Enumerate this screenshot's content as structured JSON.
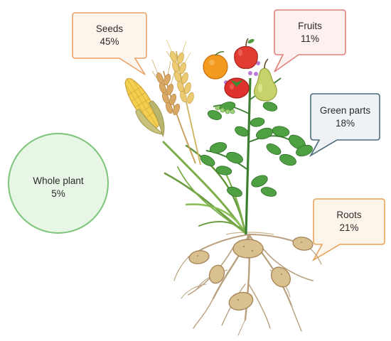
{
  "callouts": {
    "seeds": {
      "name": "Seeds",
      "value": "45%"
    },
    "fruits": {
      "name": "Fruits",
      "value": "11%"
    },
    "green": {
      "name": "Green parts",
      "value": "18%"
    },
    "roots": {
      "name": "Roots",
      "value": "21%"
    }
  },
  "whole_plant": {
    "name": "Whole plant",
    "value": "5%"
  },
  "colors": {
    "seeds_border": "#e8a268",
    "seeds_fill": "#fdf5ec",
    "fruits_border": "#e0807a",
    "fruits_fill": "#fdf1ef",
    "green_border": "#4e6b7c",
    "green_fill": "#eef2f5",
    "roots_border": "#e9a45c",
    "roots_fill": "#fdf4ea",
    "circle_border": "#7cc57a",
    "circle_fill": "#e7f6e5"
  },
  "icons": [
    "corn-cob-icon",
    "wheat-ear-icon",
    "orange-icon",
    "apple-icon",
    "tomato-icon",
    "pear-icon",
    "potato-tuber-icon"
  ]
}
